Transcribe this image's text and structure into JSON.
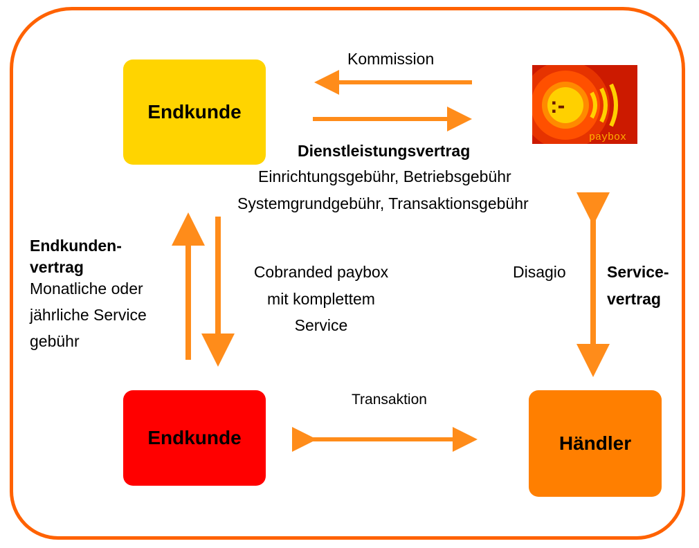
{
  "nodes": {
    "endkunde_top": "Endkunde",
    "endkunde_bottom": "Endkunde",
    "haendler": "Händler"
  },
  "logo": {
    "text": "paybox",
    "face": ":-"
  },
  "labels": {
    "kommission": "Kommission",
    "dienstleistungsvertrag_title": "Dienstleistungsvertrag",
    "dienstleistungsvertrag_line1": "Einrichtungsgebühr, Betriebsgebühr",
    "dienstleistungsvertrag_line2": "Systemgrundgebühr, Transaktionsgebühr",
    "endkundenvertrag_title_1": "Endkunden-",
    "endkundenvertrag_title_2": "vertrag",
    "endkundenvertrag_line1": "Monatliche oder",
    "endkundenvertrag_line2": "jährliche Service",
    "endkundenvertrag_line3": "gebühr",
    "cobranded_line1": "Cobranded paybox",
    "cobranded_line2": "mit komplettem",
    "cobranded_line3": "Service",
    "disagio": "Disagio",
    "servicevertrag_1": "Service-",
    "servicevertrag_2": "vertrag",
    "transaktion": "Transaktion"
  },
  "colors": {
    "frame": "#ff6200",
    "arrow": "#ff8c1a",
    "endkunde_top": "#ffd400",
    "endkunde_bottom": "#ff0000",
    "haendler": "#ff7f00"
  }
}
